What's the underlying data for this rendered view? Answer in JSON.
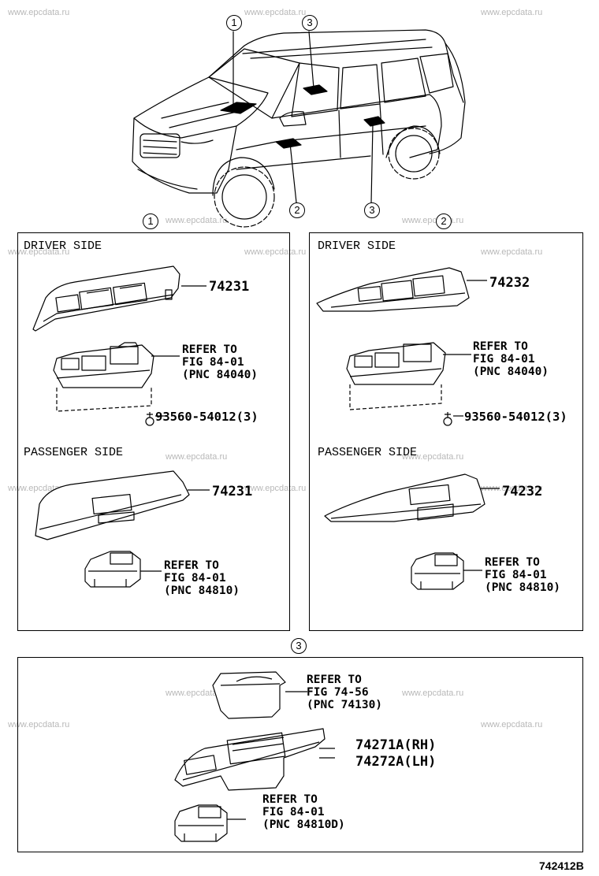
{
  "watermark": "www.epcdata.ru",
  "callouts": {
    "c1": "1",
    "c2": "2",
    "c3": "3"
  },
  "panel1": {
    "driver_header": "DRIVER SIDE",
    "driver_part": "74231",
    "driver_ref": [
      "REFER TO",
      "FIG 84-01",
      "(PNC 84040)"
    ],
    "screw": "93560-54012(3)",
    "passenger_header": "PASSENGER SIDE",
    "passenger_part": "74231",
    "passenger_ref": [
      "REFER TO",
      "FIG 84-01",
      "(PNC 84810)"
    ]
  },
  "panel2": {
    "driver_header": "DRIVER SIDE",
    "driver_part": "74232",
    "driver_ref": [
      "REFER TO",
      "FIG 84-01",
      "(PNC 84040)"
    ],
    "screw": "93560-54012(3)",
    "passenger_header": "PASSENGER SIDE",
    "passenger_part": "74232",
    "passenger_ref": [
      "REFER TO",
      "FIG 84-01",
      "(PNC 84810)"
    ]
  },
  "panel3": {
    "top_ref": [
      "REFER TO",
      "FIG 74-56",
      "(PNC 74130)"
    ],
    "part_rh": "74271A(RH)",
    "part_lh": "74272A(LH)",
    "bottom_ref": [
      "REFER TO",
      "FIG 84-01",
      "(PNC 84810D)"
    ]
  },
  "figure_id": "742412B"
}
